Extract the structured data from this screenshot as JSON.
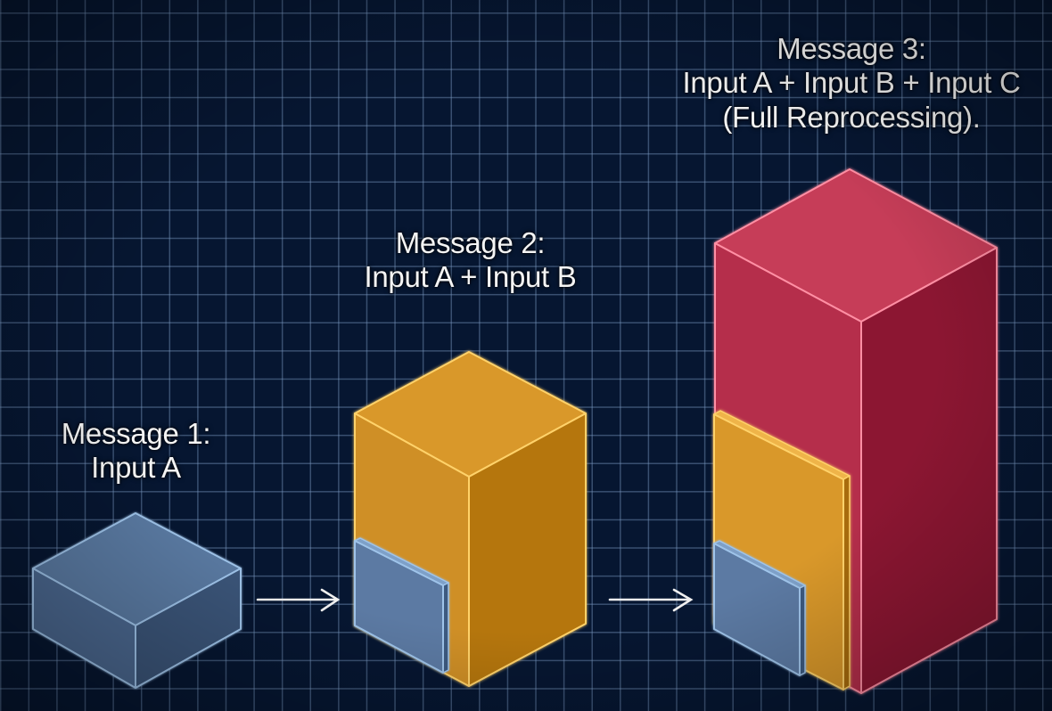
{
  "diagram": {
    "type": "isometric-stacked-blocks",
    "colors": {
      "background": "#061631",
      "grid_line": "#5a7aa0",
      "input_a": "#5b7aa3",
      "input_b": "#d99a2e",
      "input_c": "#c63a55",
      "arrow": "#f2f2f2",
      "label_text": "#f4f4f4"
    },
    "steps": [
      {
        "id": "message-1",
        "title": "Message 1:",
        "line2": "Input A",
        "line3": "",
        "blocks": [
          "Input A"
        ]
      },
      {
        "id": "message-2",
        "title": "Message 2:",
        "line2": "Input A + Input B",
        "line3": "",
        "blocks": [
          "Input A",
          "Input B"
        ]
      },
      {
        "id": "message-3",
        "title": "Message 3:",
        "line2": "Input A + Input B + Input C",
        "line3": "(Full Reprocessing).",
        "blocks": [
          "Input A",
          "Input B",
          "Input C"
        ]
      }
    ],
    "arrows": [
      {
        "from": "message-1",
        "to": "message-2",
        "icon": "right-arrow-icon"
      },
      {
        "from": "message-2",
        "to": "message-3",
        "icon": "right-arrow-icon"
      }
    ]
  }
}
